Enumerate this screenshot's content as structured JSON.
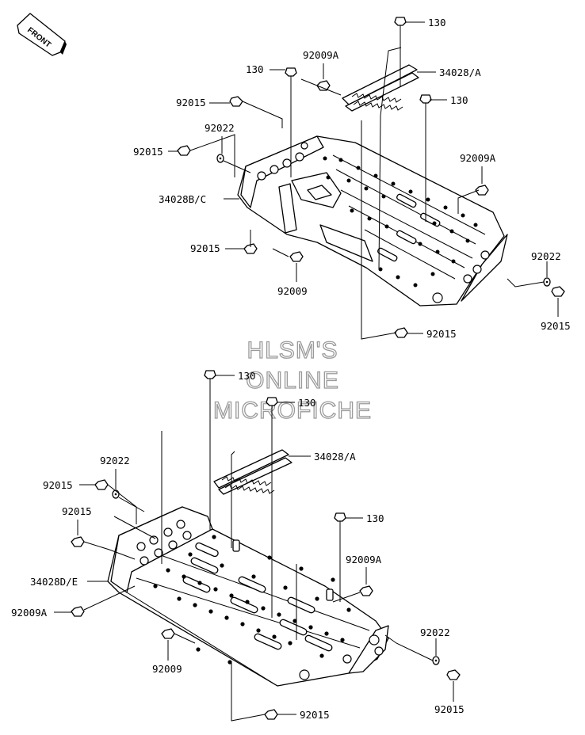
{
  "front_badge": "FRONT",
  "watermark": {
    "line1": "HLSM'S",
    "line2": "ONLINE",
    "line3": "MICROFICHE"
  },
  "upper_assembly": {
    "callouts": {
      "bolt_130_top": "130",
      "guard_34028a": "34028/A",
      "bolt_130_right": "130",
      "bolt_130_left": "130",
      "bolt_92009a": "92009A",
      "nut_92015_a": "92015",
      "washer_92022_left": "92022",
      "nut_92015_b": "92015",
      "carrier_34028bc": "34028B/C",
      "bolt_92009a_right": "92009A",
      "nut_92015_c": "92015",
      "bolt_92009": "92009",
      "washer_92022_right": "92022",
      "nut_92015_right": "92015",
      "nut_92015_bottom": "92015"
    }
  },
  "lower_assembly": {
    "callouts": {
      "bolt_130_a": "130",
      "bolt_130_b": "130",
      "guard_34028a": "34028/A",
      "washer_92022_left": "92022",
      "nut_92015_a": "92015",
      "nut_92015_b": "92015",
      "bolt_130_right": "130",
      "bolt_92009a_right": "92009A",
      "carrier_34028de": "34028D/E",
      "bolt_92009a_left": "92009A",
      "bolt_92009": "92009",
      "washer_92022_right": "92022",
      "nut_92015_right": "92015",
      "nut_92015_bottom": "92015"
    }
  }
}
